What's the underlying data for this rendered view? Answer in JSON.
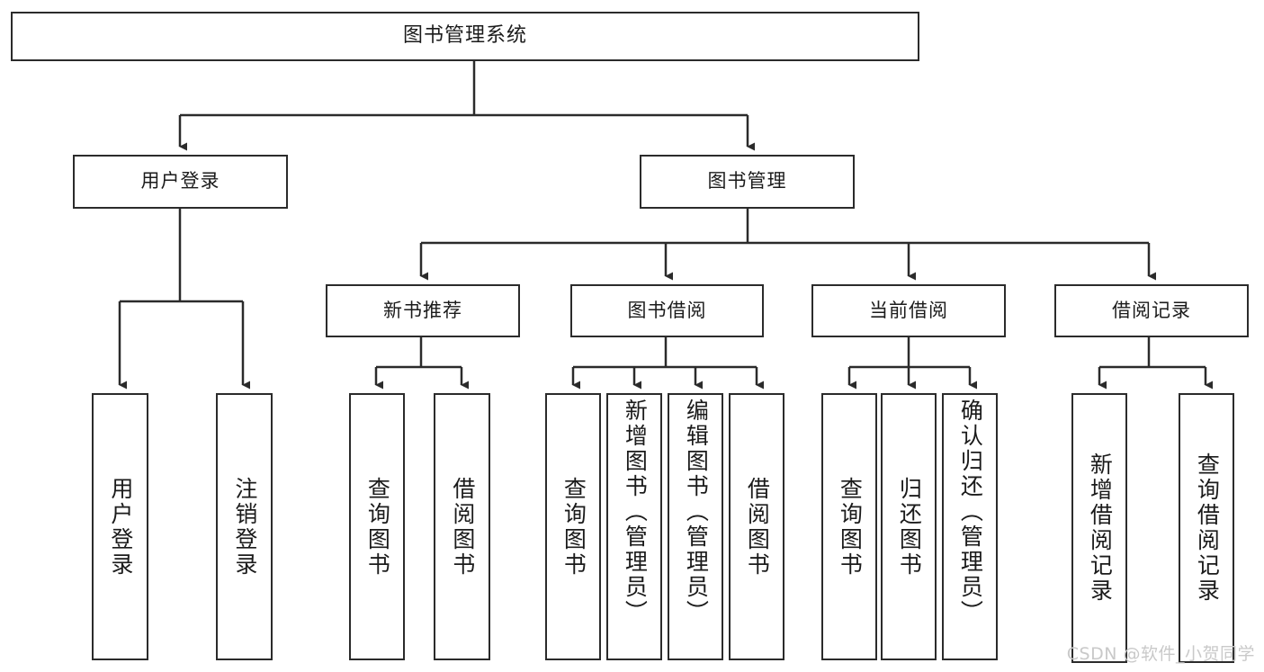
{
  "diagram": {
    "type": "tree",
    "title": "图书管理系统",
    "root": {
      "label": "图书管理系统"
    },
    "level1": [
      {
        "label": "用户登录"
      },
      {
        "label": "图书管理"
      }
    ],
    "level2": [
      {
        "label": "新书推荐"
      },
      {
        "label": "图书借阅"
      },
      {
        "label": "当前借阅"
      },
      {
        "label": "借阅记录"
      }
    ],
    "leaves": {
      "user_login": [
        {
          "label": "用户登录"
        },
        {
          "label": "注销登录"
        }
      ],
      "new_book": [
        {
          "label": "查询图书"
        },
        {
          "label": "借阅图书"
        }
      ],
      "book_borrow": [
        {
          "label": "查询图书"
        },
        {
          "label": "新增图书（管理员）"
        },
        {
          "label": "编辑图书（管理员）"
        },
        {
          "label": "借阅图书"
        }
      ],
      "current_borrow": [
        {
          "label": "查询图书"
        },
        {
          "label": "归还图书"
        },
        {
          "label": "确认归还（管理员）"
        }
      ],
      "borrow_record": [
        {
          "label": "新增借阅记录"
        },
        {
          "label": "查询借阅记录"
        }
      ]
    }
  },
  "watermark": {
    "text": "CSDN @软件_小贺同学"
  },
  "colors": {
    "stroke": "#2b2b2b",
    "background": "#ffffff",
    "text": "#1b1b1b",
    "watermark": "#c9c9c9"
  }
}
